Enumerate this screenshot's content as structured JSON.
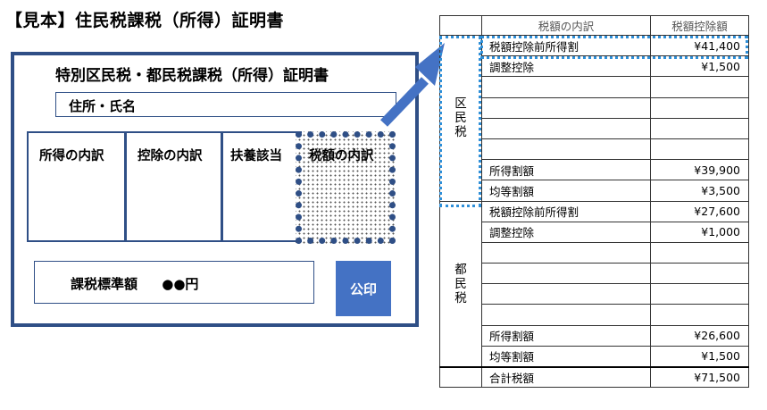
{
  "page_title": "【見本】住民税課税（所得）証明書",
  "certificate": {
    "title": "特別区民税・都民税課税（所得）証明書",
    "address_label": "住所・氏名",
    "sections": [
      "所得の内訳",
      "控除の内訳",
      "扶養該当",
      "税額の内訳"
    ],
    "taxable_standard_label": "課税標準額",
    "taxable_standard_value": "●●円",
    "seal_label": "公印"
  },
  "table": {
    "header": {
      "blank": "",
      "col_item": "税額の内訳",
      "col_amount": "税額控除額"
    },
    "ward": {
      "label": "区民税",
      "rows": [
        {
          "item": "税額控除前所得割",
          "amount": "¥41,400"
        },
        {
          "item": "調整控除",
          "amount": "¥1,500"
        },
        {
          "item": "",
          "amount": ""
        },
        {
          "item": "",
          "amount": ""
        },
        {
          "item": "",
          "amount": ""
        },
        {
          "item": "",
          "amount": ""
        },
        {
          "item": "所得割額",
          "amount": "¥39,900"
        },
        {
          "item": "均等割額",
          "amount": "¥3,500"
        }
      ]
    },
    "metro": {
      "label": "都民税",
      "rows": [
        {
          "item": "税額控除前所得割",
          "amount": "¥27,600"
        },
        {
          "item": "調整控除",
          "amount": "¥1,000"
        },
        {
          "item": "",
          "amount": ""
        },
        {
          "item": "",
          "amount": ""
        },
        {
          "item": "",
          "amount": ""
        },
        {
          "item": "",
          "amount": ""
        },
        {
          "item": "所得割額",
          "amount": "¥26,600"
        },
        {
          "item": "均等割額",
          "amount": "¥1,500"
        }
      ]
    },
    "total": {
      "item": "合計税額",
      "amount": "¥71,500"
    }
  },
  "colors": {
    "frame_blue": "#2f4f86",
    "seal_blue": "#4472c4",
    "arrow_blue": "#4472c4",
    "highlight_cyan": "#2e8fd8"
  }
}
